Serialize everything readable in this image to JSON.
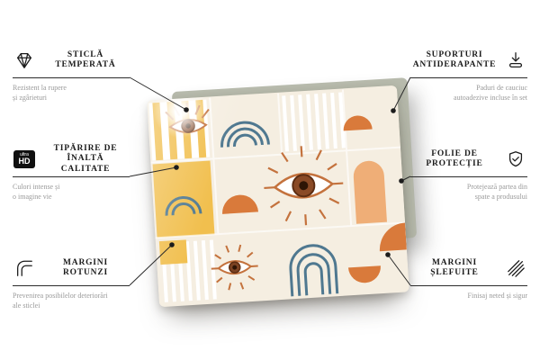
{
  "palette": {
    "background": "#ffffff",
    "connector_line": "#2b2b2b",
    "title_text": "#1c1c1c",
    "description_text": "#9a9a9a",
    "pattern_cream": "#f5eee1",
    "pattern_yellow": "#f1bf4e",
    "pattern_orange": "#d97a3b",
    "pattern_peach": "#efae77",
    "pattern_blue": "#4f7890",
    "pattern_rust": "#c4723d",
    "iris_brown": "#7c4323",
    "backing_board": "#b7baac"
  },
  "icons": {
    "ultra_hd_top": "ultra",
    "ultra_hd_bottom": "HD"
  },
  "callouts": {
    "left": [
      {
        "icon": "diamond-icon",
        "title_lines": [
          "STICLĂ",
          "TEMPERATĂ"
        ],
        "description_lines": [
          "Rezistent la rupere",
          "și zgârieturi"
        ]
      },
      {
        "icon": "ultra-hd-icon",
        "title_lines": [
          "TIPĂRIRE DE",
          "ÎNALTĂ CALITATE"
        ],
        "description_lines": [
          "Culori intense și",
          "o imagine vie"
        ]
      },
      {
        "icon": "rounded-corner-icon",
        "title_lines": [
          "MARGINI",
          "ROTUNZI"
        ],
        "description_lines": [
          "Prevenirea posibilelor deteriorări",
          "ale sticlei"
        ]
      }
    ],
    "right": [
      {
        "icon": "anti-slip-pads-icon",
        "title_lines": [
          "SUPORTURI",
          "ANTIDERAPANTE"
        ],
        "description_lines": [
          "Paduri de cauciuc",
          "autoadezive incluse în set"
        ]
      },
      {
        "icon": "shield-check-icon",
        "title_lines": [
          "FOLIE DE",
          "PROTECȚIE"
        ],
        "description_lines": [
          "Protejează partea din",
          "spate a produsului"
        ]
      },
      {
        "icon": "polished-edge-icon",
        "title_lines": [
          "MARGINI",
          "ȘLEFUITE"
        ],
        "description_lines": [
          "Finisaj neted și sigur"
        ]
      }
    ]
  }
}
